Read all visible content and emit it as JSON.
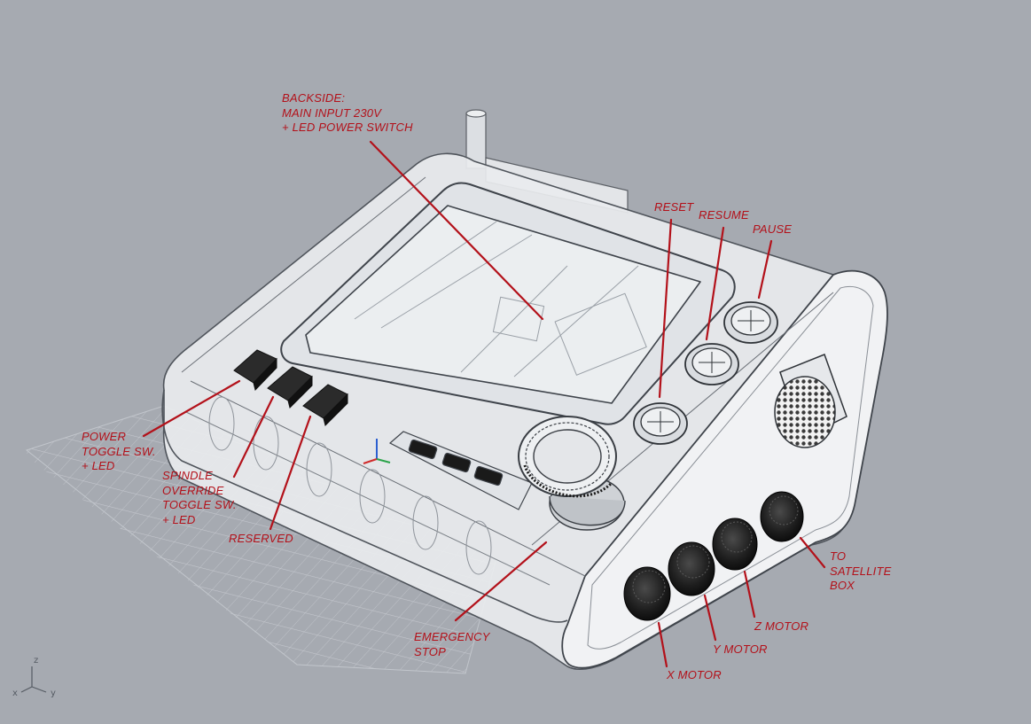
{
  "callouts": {
    "backside": [
      "BACKSIDE:",
      "MAIN INPUT 230V",
      "+ LED POWER SWITCH"
    ],
    "reset": [
      "RESET"
    ],
    "resume": [
      "RESUME"
    ],
    "pause": [
      "PAUSE"
    ],
    "power_toggle": [
      "POWER",
      "TOGGLE SW.",
      "+ LED"
    ],
    "spindle_override": [
      "SPINDLE",
      "OVERRIDE",
      "TOGGLE SW.",
      "+ LED"
    ],
    "reserved": [
      "RESERVED"
    ],
    "emergency_stop": [
      "EMERGENCY",
      "STOP"
    ],
    "x_motor": [
      "X MOTOR"
    ],
    "y_motor": [
      "Y MOTOR"
    ],
    "z_motor": [
      "Z MOTOR"
    ],
    "satellite_box": [
      "TO",
      "SATELLITE",
      "BOX"
    ]
  },
  "axis_triad": {
    "z": "z",
    "x": "x",
    "y": "y"
  },
  "colors": {
    "background": "#a6aab1",
    "callout": "#b3111a",
    "enclosure": "#eef0f2",
    "grid": "#d4d7dc",
    "knob": "#1f1f1f"
  }
}
